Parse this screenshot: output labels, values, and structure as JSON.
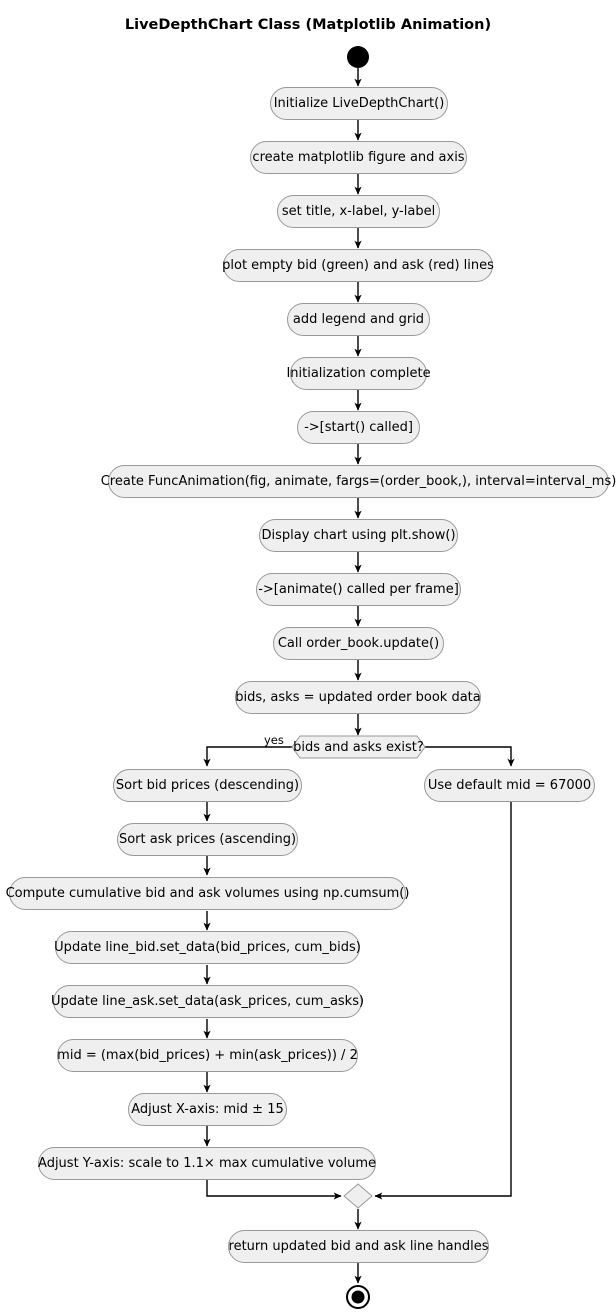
{
  "diagram": {
    "title": "LiveDepthChart Class (Matplotlib Animation)",
    "type": "uml-activity-diagram",
    "colors": {
      "node_fill": "#EFEFEF",
      "node_border": "#999999",
      "edge": "#000000",
      "text": "#000000",
      "background": "#FFFFFF"
    },
    "start_node": "start-circle",
    "end_node": "end-circle",
    "nodes": [
      {
        "id": "n1",
        "label": "Initialize LiveDepthChart()"
      },
      {
        "id": "n2",
        "label": "create matplotlib figure and axis"
      },
      {
        "id": "n3",
        "label": "set title, x-label, y-label"
      },
      {
        "id": "n4",
        "label": "plot empty bid (green) and ask (red) lines"
      },
      {
        "id": "n5",
        "label": "add legend and grid"
      },
      {
        "id": "n6",
        "label": "Initialization complete"
      },
      {
        "id": "n7",
        "label": "->[start() called]"
      },
      {
        "id": "n8",
        "label": "Create FuncAnimation(fig, animate, fargs=(order_book,), interval=interval_ms)"
      },
      {
        "id": "n9",
        "label": "Display chart using plt.show()"
      },
      {
        "id": "n10",
        "label": "->[animate() called per frame]"
      },
      {
        "id": "n11",
        "label": "Call order_book.update()"
      },
      {
        "id": "n12",
        "label": "bids, asks = updated order book data"
      },
      {
        "id": "n13",
        "label": "Sort bid prices (descending)"
      },
      {
        "id": "n14",
        "label": "Sort ask prices (ascending)"
      },
      {
        "id": "n15",
        "label": "Compute cumulative bid and ask volumes using np.cumsum()"
      },
      {
        "id": "n16",
        "label": "Update line_bid.set_data(bid_prices, cum_bids)"
      },
      {
        "id": "n17",
        "label": "Update line_ask.set_data(ask_prices, cum_asks)"
      },
      {
        "id": "n18",
        "label": "mid = (max(bid_prices) + min(ask_prices)) / 2"
      },
      {
        "id": "n19",
        "label": "Adjust X-axis: mid ± 15"
      },
      {
        "id": "n20",
        "label": "Adjust Y-axis: scale to 1.1× max cumulative volume"
      },
      {
        "id": "n21",
        "label": "Use default mid = 67000"
      },
      {
        "id": "n22",
        "label": "return updated bid and ask line handles"
      }
    ],
    "decision": {
      "id": "d1",
      "label": "bids and asks exist?",
      "branch_yes_label": "yes",
      "branch_no_label": ""
    },
    "merge": {
      "id": "m1",
      "label": ""
    }
  }
}
